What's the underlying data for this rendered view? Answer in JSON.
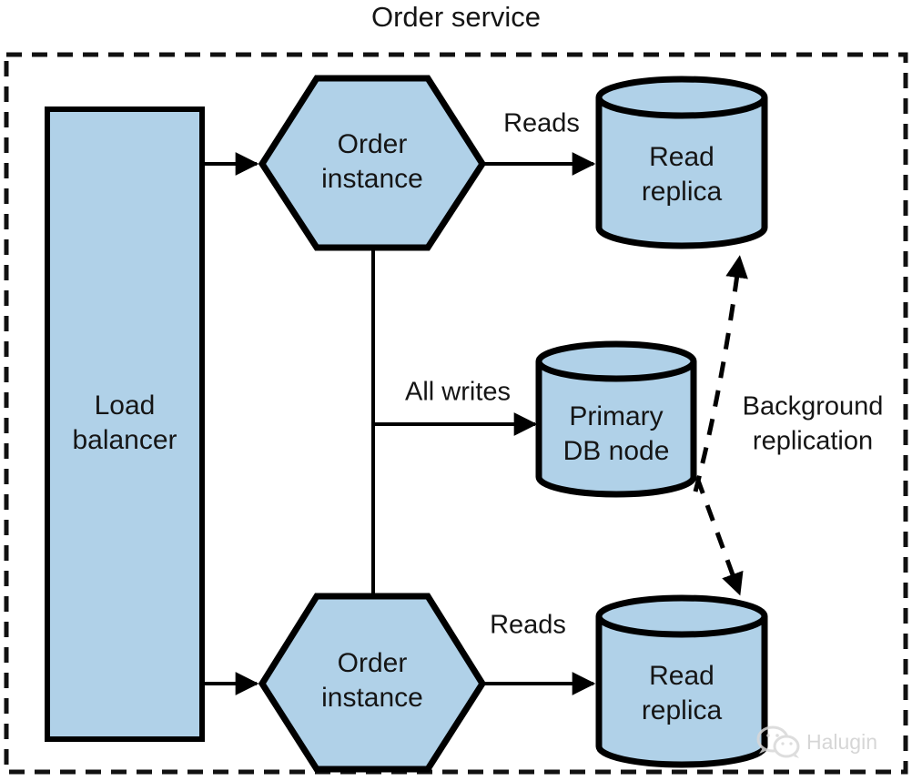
{
  "diagram": {
    "title": "Order service",
    "boundary_style": "dashed-rectangle",
    "colors": {
      "node_fill": "#b0d1e8",
      "stroke": "#000000",
      "background": "#ffffff",
      "watermark": "#cfcfcf"
    },
    "nodes": [
      {
        "id": "load-balancer",
        "shape": "rectangle",
        "label_line1": "Load",
        "label_line2": "balancer"
      },
      {
        "id": "order-instance-top",
        "shape": "hexagon",
        "label_line1": "Order",
        "label_line2": "instance"
      },
      {
        "id": "order-instance-bottom",
        "shape": "hexagon",
        "label_line1": "Order",
        "label_line2": "instance"
      },
      {
        "id": "read-replica-top",
        "shape": "cylinder",
        "label_line1": "Read",
        "label_line2": "replica"
      },
      {
        "id": "read-replica-bottom",
        "shape": "cylinder",
        "label_line1": "Read",
        "label_line2": "replica"
      },
      {
        "id": "primary-db-node",
        "shape": "cylinder",
        "label_line1": "Primary",
        "label_line2": "DB node"
      }
    ],
    "edges": [
      {
        "id": "lb-to-order-top",
        "from": "load-balancer",
        "to": "order-instance-top",
        "label": "",
        "style": "solid"
      },
      {
        "id": "lb-to-order-bottom",
        "from": "load-balancer",
        "to": "order-instance-bottom",
        "label": "",
        "style": "solid"
      },
      {
        "id": "order-top-reads",
        "from": "order-instance-top",
        "to": "read-replica-top",
        "label": "Reads",
        "style": "solid"
      },
      {
        "id": "order-bottom-reads",
        "from": "order-instance-bottom",
        "to": "read-replica-bottom",
        "label": "Reads",
        "style": "solid"
      },
      {
        "id": "all-writes",
        "from": "order-instance",
        "to": "primary-db-node",
        "label": "All writes",
        "style": "solid"
      },
      {
        "id": "replication-up",
        "from": "primary-db-node",
        "to": "read-replica-top",
        "label_line1": "Background",
        "label_line2": "replication",
        "style": "dashed"
      },
      {
        "id": "replication-down",
        "from": "primary-db-node",
        "to": "read-replica-bottom",
        "label": "",
        "style": "dashed"
      }
    ],
    "labels": {
      "reads_top": "Reads",
      "reads_bottom": "Reads",
      "all_writes": "All writes",
      "background_replication_line1": "Background",
      "background_replication_line2": "replication"
    }
  },
  "watermark": {
    "text": "Halugin",
    "icon": "wechat-icon"
  }
}
